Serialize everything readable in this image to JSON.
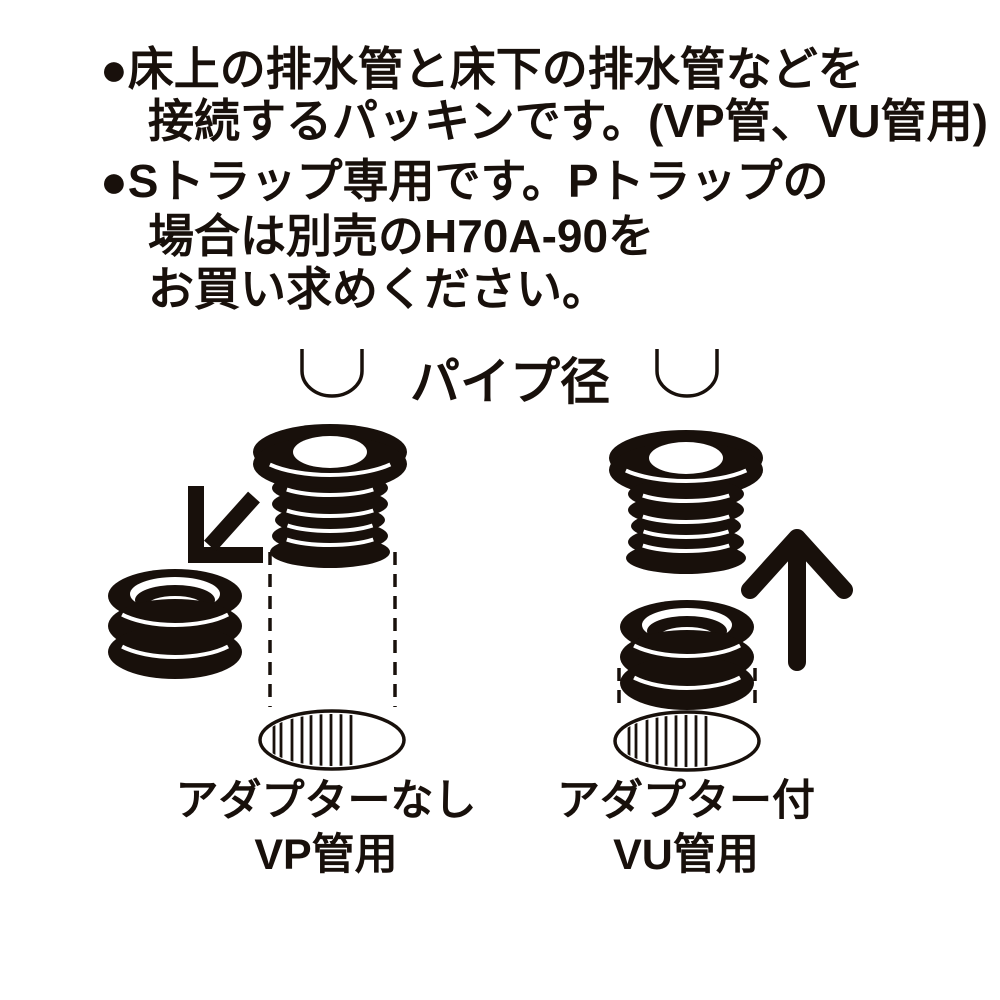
{
  "colors": {
    "ink": "#18100b",
    "paper": "#ffffff"
  },
  "notes": {
    "lines": [
      "●床上の排水管と床下の排水管などを",
      "接続するパッキンです。(VP管、VU管用)",
      "●Sトラップ専用です。Pトラップの",
      "場合は別売のH70A-90を",
      "お買い求めください。"
    ]
  },
  "diagram": {
    "pipe_diameter_label": "パイプ径",
    "left": {
      "adapter_caption": "アダプターなし",
      "pipe_type_caption": "VP管用"
    },
    "right": {
      "adapter_caption": "アダプター付",
      "pipe_type_caption": "VU管用"
    },
    "icons": {
      "remove_arrow": "↙",
      "attach_arrow": "↑"
    }
  }
}
